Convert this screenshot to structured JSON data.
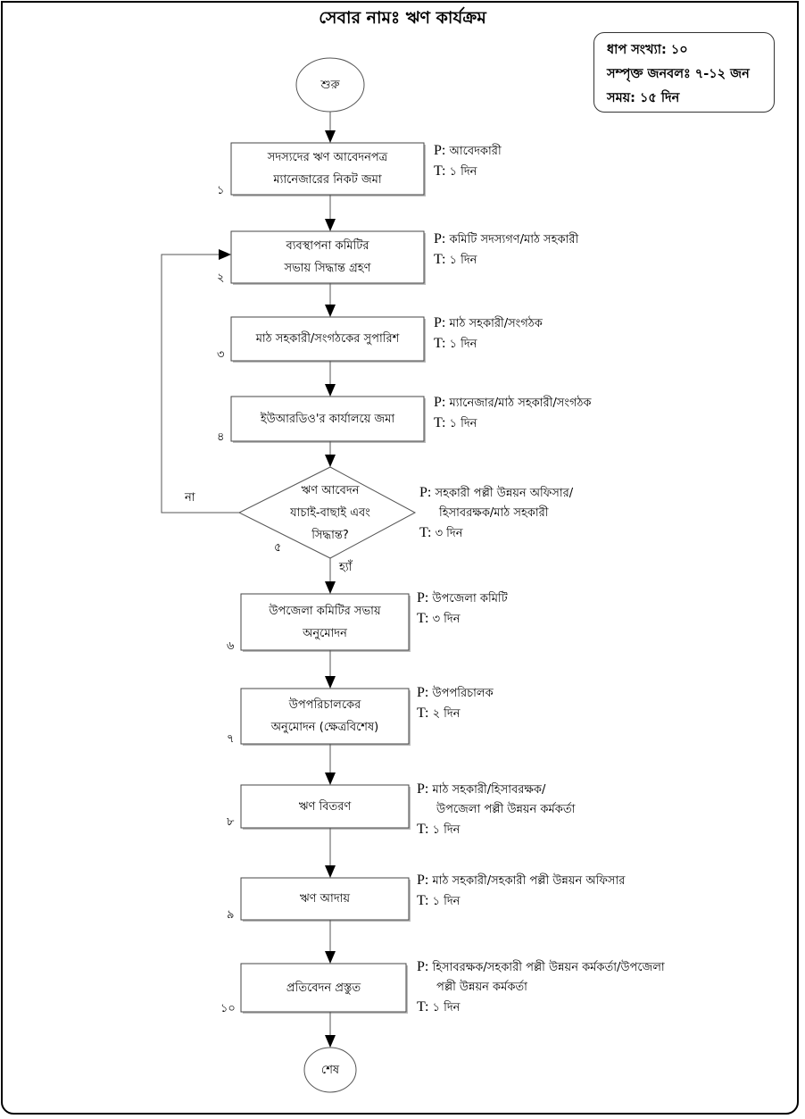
{
  "title": "সেবার নামঃ ঋণ কার্যক্রম",
  "info_box": {
    "steps": "ধাপ সংখ্যা: ১০",
    "manpower": "সম্পৃক্ত জনবলঃ ৭-১২ জন",
    "time": "সময়: ১৫ দিন"
  },
  "start_label": "শুরু",
  "end_label": "শেষ",
  "steps": [
    {
      "num": "১",
      "lines": [
        "সদস্যদের ঋণ আবেদনপত্র",
        "ম্যানেজারের নিকট জমা"
      ],
      "p": [
        "আবেদকারী"
      ],
      "t": "১ দিন"
    },
    {
      "num": "২",
      "lines": [
        "ব্যবস্থাপনা কমিটির",
        "সভায় সিদ্ধান্ত গ্রহণ"
      ],
      "p": [
        "কমিটি সদস্যগণ/মাঠ সহকারী"
      ],
      "t": "১ দিন"
    },
    {
      "num": "৩",
      "lines": [
        "মাঠ সহকারী/সংগঠকের সুপারিশ"
      ],
      "p": [
        "মাঠ সহকারী/সংগঠক"
      ],
      "t": "১ দিন"
    },
    {
      "num": "৪",
      "lines": [
        "ইউআরডিও'র কার্যালয়ে জমা"
      ],
      "p": [
        "ম্যানেজার/মাঠ সহকারী/সংগঠক"
      ],
      "t": "১ দিন"
    },
    {
      "num": "৫",
      "lines": [
        "ঋণ আবেদন",
        "যাচাই-বাছাই এবং",
        "সিদ্ধান্ত?"
      ],
      "p": [
        "সহকারী পল্লী উন্নয়ন অফিসার/",
        "হিসাবরক্ষক/মাঠ সহকারী"
      ],
      "t": "৩ দিন"
    },
    {
      "num": "৬",
      "lines": [
        "উপজেলা কমিটির সভায়",
        "অনুমোদন"
      ],
      "p": [
        "উপজেলা কমিটি"
      ],
      "t": "৩ দিন"
    },
    {
      "num": "৭",
      "lines": [
        "উপপরিচালকের",
        "অনুমোদন (ক্ষেত্রবিশেষ)"
      ],
      "p": [
        "উপপরিচালক"
      ],
      "t": "২ দিন"
    },
    {
      "num": "৮",
      "lines": [
        "ঋণ বিতরণ"
      ],
      "p": [
        "মাঠ সহকারী/হিসাবরক্ষক/",
        "উপজেলা পল্লী উন্নয়ন কর্মকর্তা"
      ],
      "t": "১ দিন"
    },
    {
      "num": "৯",
      "lines": [
        "ঋণ আদায়"
      ],
      "p": [
        "মাঠ সহকারী/সহকারী পল্লী উন্নয়ন অফিসার"
      ],
      "t": "১ দিন"
    },
    {
      "num": "১০",
      "lines": [
        "প্রতিবেদন প্রস্তুত"
      ],
      "p": [
        "হিসাবরক্ষক/সহকারী পল্লী উন্নয়ন কর্মকর্তা/উপজেলা",
        "পল্লী উন্নয়ন কর্মকর্তা"
      ],
      "t": "১ দিন"
    }
  ],
  "decision_labels": {
    "no": "না",
    "yes": "হ্যাঁ"
  },
  "prefixes": {
    "p": "P:",
    "t": "T:"
  }
}
